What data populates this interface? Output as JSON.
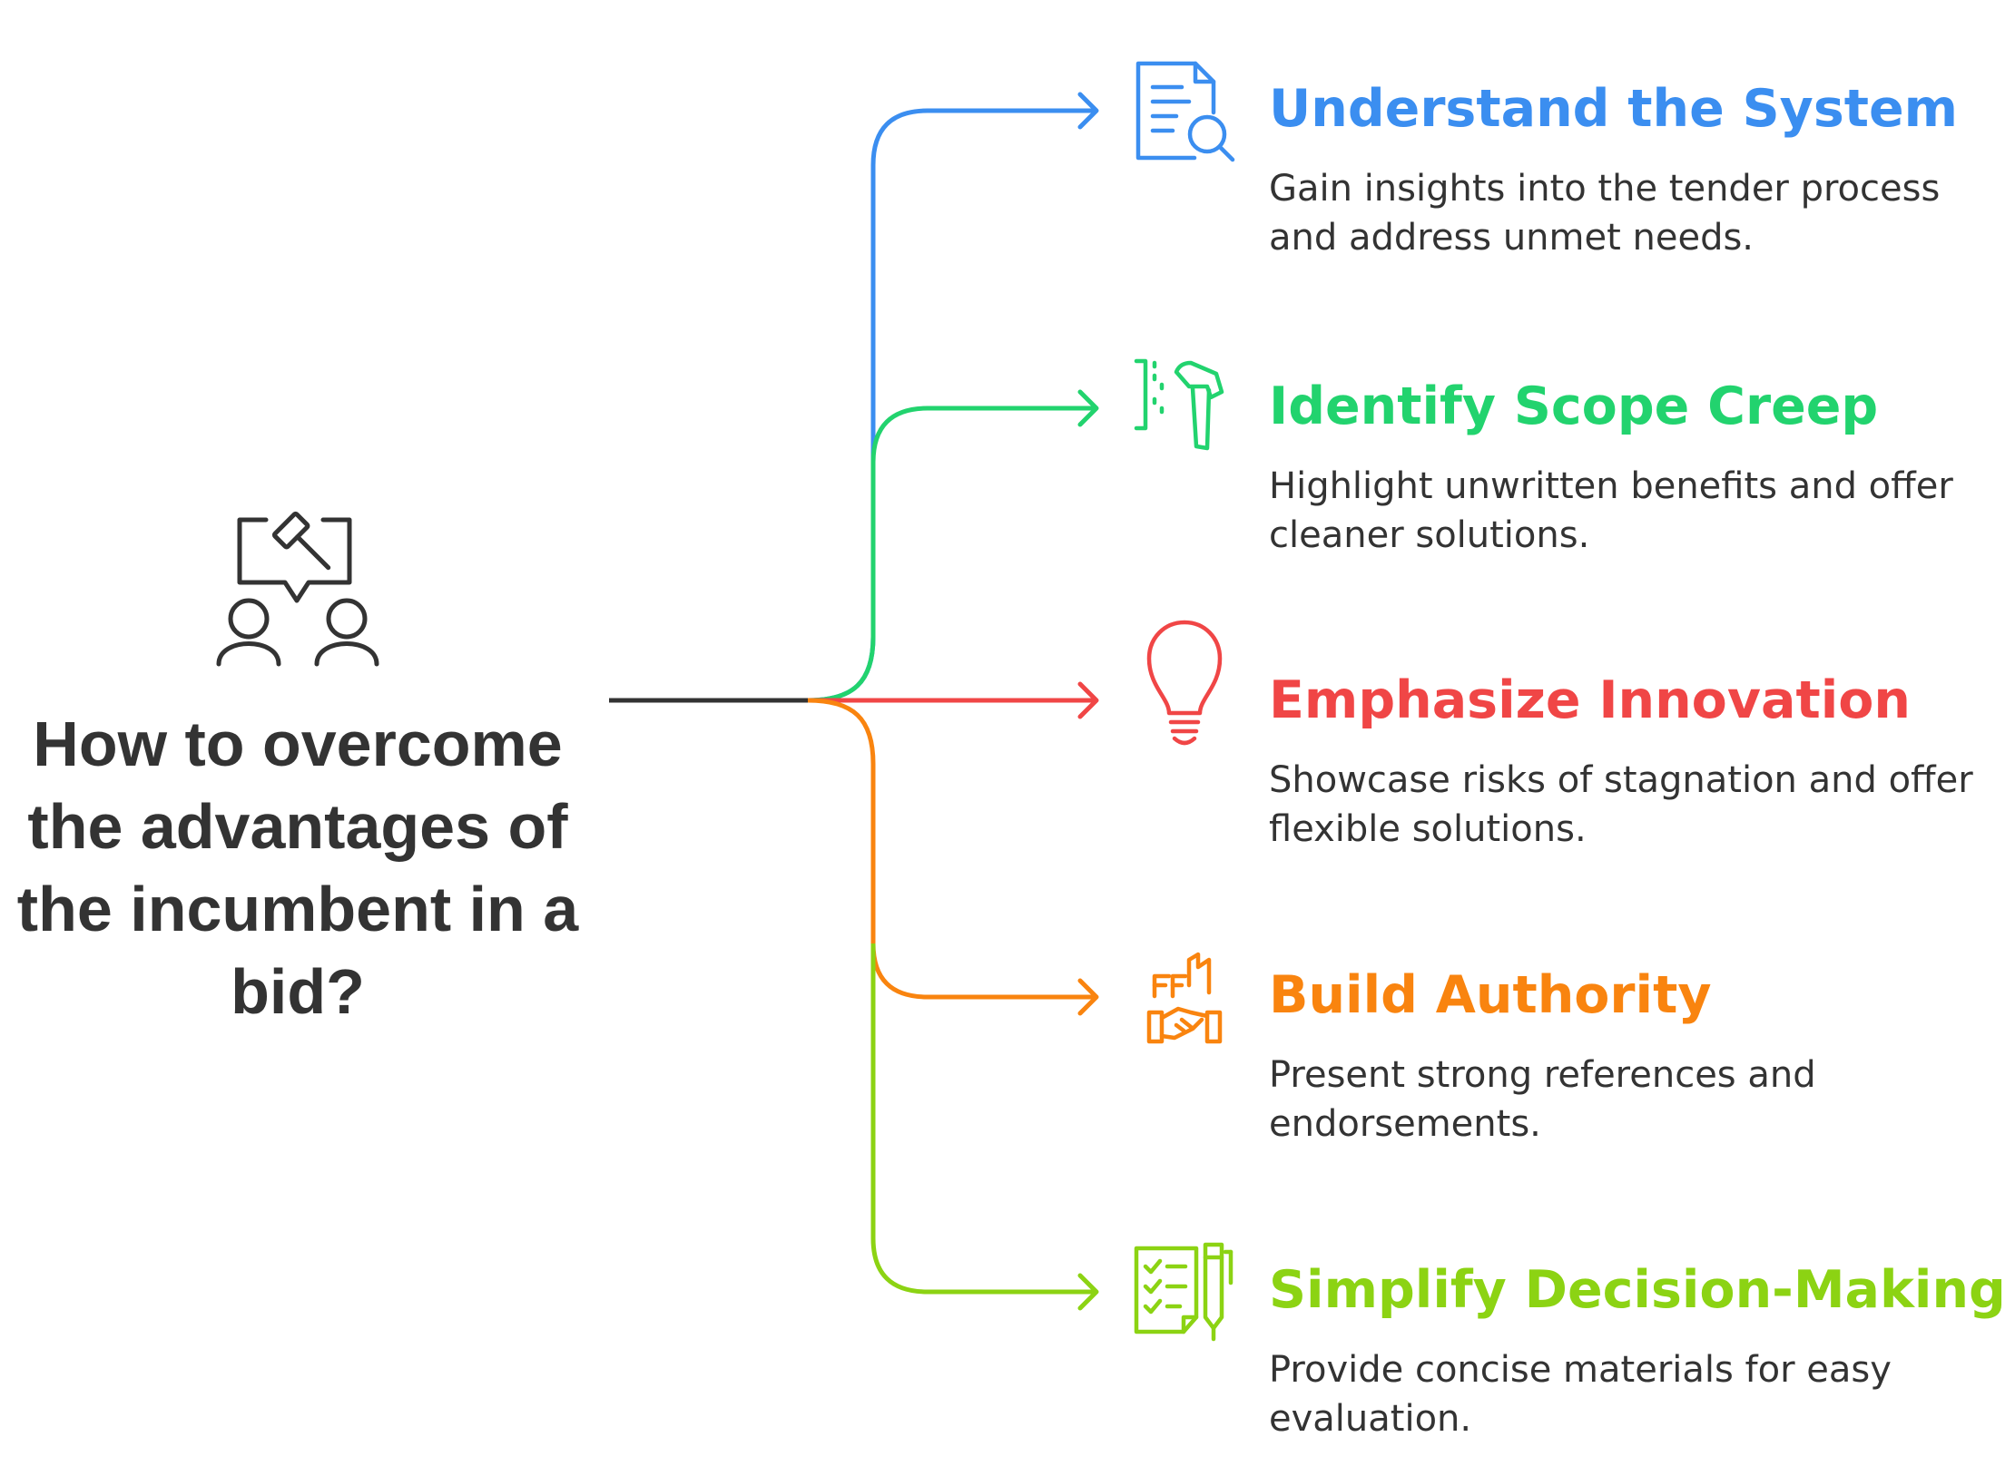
{
  "main": {
    "title": "How to overcome the advantages of the incumbent in a bid?",
    "icon": "auction-discussion-icon"
  },
  "colors": {
    "trunk": "#333333",
    "text": "#333333"
  },
  "branches": [
    {
      "title": "Understand the System",
      "description": "Gain insights into the tender process and address unmet needs.",
      "color": "#3b8ef0",
      "icon": "document-search-icon"
    },
    {
      "title": "Identify Scope Creep",
      "description": "Highlight unwritten benefits and offer cleaner solutions.",
      "color": "#22d36e",
      "icon": "hammer-icon"
    },
    {
      "title": "Emphasize Innovation",
      "description": "Showcase risks of stagnation and offer flexible solutions.",
      "color": "#f04646",
      "icon": "lightbulb-icon"
    },
    {
      "title": "Build Authority",
      "description": "Present strong references and endorsements.",
      "color": "#f9840f",
      "icon": "handshake-icon"
    },
    {
      "title": "Simplify Decision-Making",
      "description": "Provide concise materials for easy evaluation.",
      "color": "#8cd313",
      "icon": "checklist-pen-icon"
    }
  ]
}
